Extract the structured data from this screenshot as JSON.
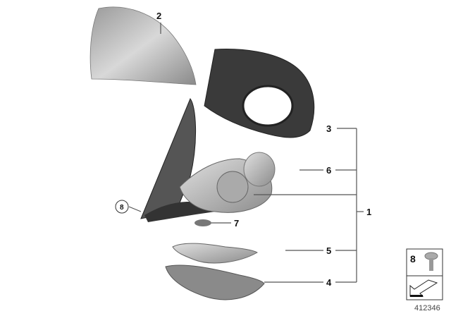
{
  "callouts": {
    "c1": "1",
    "c2": "2",
    "c3": "3",
    "c4": "4",
    "c5": "5",
    "c6": "6",
    "c7": "7",
    "c8": "8"
  },
  "legend_box": {
    "part_number": "8",
    "icon": "screw-icon",
    "arrow_icon": "arrow-icon"
  },
  "diagram_ref": "412346",
  "colors": {
    "part_gray": "#b5b5b5",
    "dark_part": "#3a3a3a",
    "line": "#555555"
  }
}
